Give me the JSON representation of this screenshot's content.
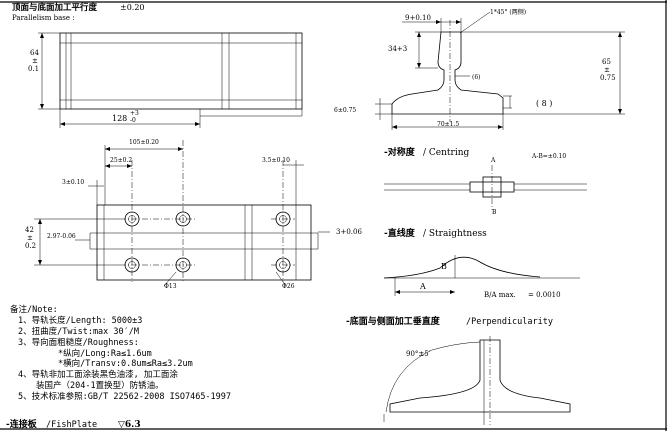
{
  "top_view": {
    "title": "顶面与底面加工平行度",
    "tolerance": "±0.20",
    "subtitle": "Parallelism base :",
    "height_dim": [
      "64",
      "±",
      "0.1"
    ],
    "length_dim": "128",
    "length_tol_plus": "+3",
    "length_tol_minus": "-0"
  },
  "profile": {
    "chamfer": "1*45° (两侧)",
    "head_width": "9+0.10",
    "neck": "34+3",
    "web_label": "(6)",
    "total_height": [
      "65",
      "±",
      "0.75"
    ],
    "base_thickness": "6±0.75",
    "base_label": "( 8 )",
    "base_width": "70±1.5"
  },
  "fishplate_view": {
    "span": "105±0.20",
    "spacing": "25±0.2",
    "edge_left": "3±0.10",
    "edge_right": "3.5±0.10",
    "height_dim": [
      "42",
      "±",
      "0.2"
    ],
    "offset_left": "2.97-0.06",
    "offset_right": "3+0.06",
    "hole_left": "Φ13",
    "hole_right": "Φ26"
  },
  "centring": {
    "title": "-对称度",
    "title_en": "/ Centring",
    "formula": "A-B=±0.10",
    "label_a": "A",
    "label_b": "B"
  },
  "straightness": {
    "title": "-直线度",
    "title_en": "/ Straightness",
    "label_a": "A",
    "label_b": "B",
    "formula": "B/A max.",
    "value": "= 0.0010"
  },
  "perpendicularity": {
    "title": "-底面与侧面加工垂直度",
    "title_en": "/Perpendicularity",
    "angle": "90°±5′"
  },
  "notes": {
    "header": "备注/Note:",
    "lines": [
      "1、导轨长度/Length: 5000±3",
      "2、扭曲度/Twist:max   30′/M",
      "3、导向面粗糙度/Roughness:",
      "*纵向/Long:Ra≤1.6um",
      "*横向/Transv:0.8um≤Ra≤3.2um",
      "4、导轨非加工面涂装黑色油漆, 加工面涂",
      "装国产（204-1置换型）防锈油。",
      "5、技术标准参照:GB/T 22562-2008 ISO7465-1997"
    ]
  },
  "footer": {
    "title": "-连接板",
    "title_en": "/FishPlate",
    "symbol": "▽6.3"
  }
}
